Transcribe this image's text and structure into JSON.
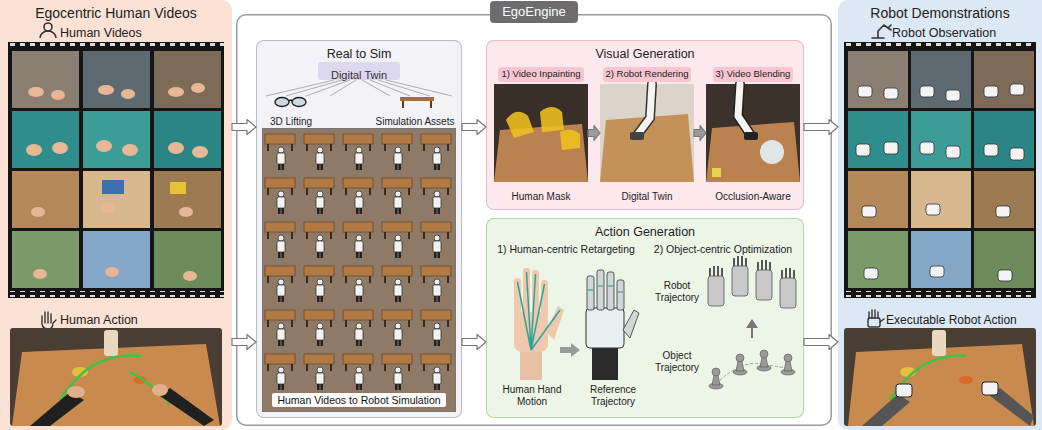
{
  "diagram": {
    "nodes": [
      {
        "text": [
          "Egocentric Human Videos"
        ]
      },
      {
        "text": [
          "EgoEngine"
        ]
      },
      {
        "text": [
          "Real to Sim"
        ],
        "in": 1
      },
      {
        "text": [
          "Digital Twin"
        ],
        "in": 2
      },
      {
        "text": [
          "Human Videos to Robot Simulation"
        ],
        "in": 2
      },
      {
        "text": [
          "Visual Generation"
        ],
        "in": 1
      },
      {
        "text": [
          "1) Video Inpainting",
          "Human Mask"
        ],
        "in": 5
      },
      {
        "text": [
          "2) Robot Rendering",
          "Digital Twin"
        ],
        "in": 5
      },
      {
        "text": [
          "3) Video Blending",
          "Occlusion-Aware"
        ],
        "in": 5
      },
      {
        "text": [
          "Action Generation"
        ],
        "in": 1
      },
      {
        "text": [
          "Robot Demonstrations"
        ]
      }
    ],
    "edges": [
      {
        "from": 0,
        "to": 2,
        "arrow": "to"
      },
      {
        "from": 0,
        "to": 2,
        "arrow": "to"
      },
      {
        "from": 2,
        "to": 5,
        "arrow": "to"
      },
      {
        "from": 2,
        "to": 9,
        "arrow": "to"
      },
      {
        "from": 6,
        "to": 7,
        "arrow": "to"
      },
      {
        "from": 7,
        "to": 8,
        "arrow": "to"
      },
      {
        "from": 5,
        "to": 10,
        "arrow": "to"
      },
      {
        "from": 9,
        "to": 10,
        "arrow": "to"
      }
    ],
    "labels": [
      "Human Videos",
      "Human Action",
      "3D Lifting",
      "Simulation Assets",
      "1) Human-centric Retargeting",
      "2) Object-centric Optimization",
      "Human Hand Motion",
      "Reference Trajectory",
      "Robot Trajectory",
      "Object Trajectory",
      "Robot Observation",
      "Executable Robot Action"
    ]
  }
}
